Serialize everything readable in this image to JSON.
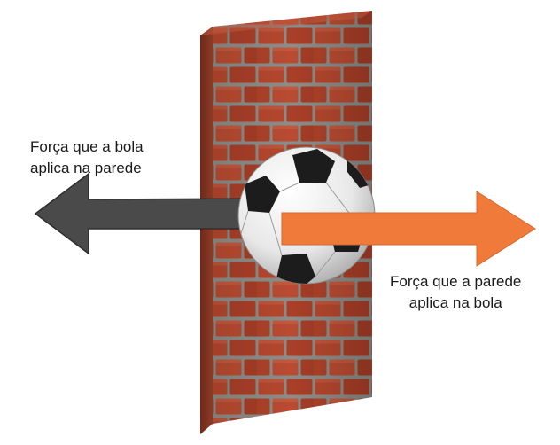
{
  "labels": {
    "force_ball_on_wall": {
      "line1": "Força que a bola",
      "line2": "aplica na parede"
    },
    "force_wall_on_ball": {
      "line1": "Força que a parede",
      "line2": "aplica na bola"
    }
  },
  "colors": {
    "background": "#ffffff",
    "brick": "#b5472e",
    "mortar": "#8a8a88",
    "wall_side": "#7e3220",
    "arrow_ball_on_wall": "#4a4a4a",
    "arrow_wall_on_ball": "#f07a3a",
    "ball_white": "#f4f4f4",
    "ball_black": "#1c1c1c"
  },
  "icons": {
    "wall": "brick-wall-icon",
    "ball": "soccer-ball-icon",
    "arrow_left": "arrow-left-icon",
    "arrow_right": "arrow-right-icon"
  }
}
